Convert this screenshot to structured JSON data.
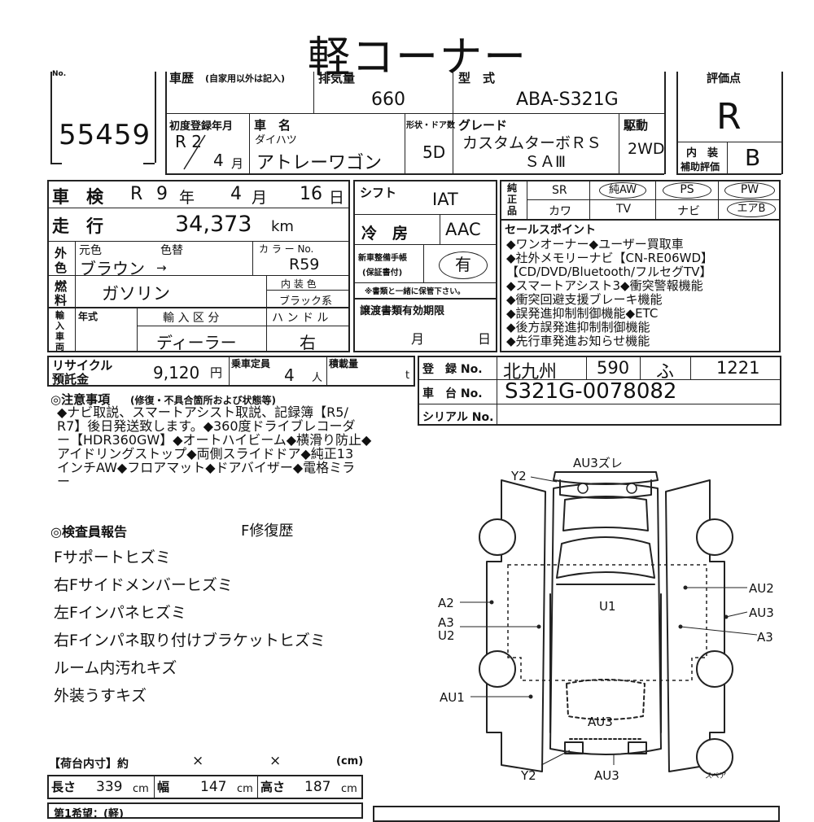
{
  "title": "軽コーナー",
  "header": {
    "no_label": "No.",
    "lot_no": "55459",
    "history_label": "車歴",
    "history_note": "(自家用以外は記入)",
    "displacement_label": "排気量",
    "displacement": "660",
    "model_label": "型　式",
    "model": "ABA-S321G",
    "score_label": "評価点",
    "score": "R",
    "first_reg_label": "初度登録年月",
    "first_reg_year": "R 2",
    "first_reg_month": "4",
    "month_unit": "月",
    "car_name_label": "車　名",
    "maker": "ダイハツ",
    "car_name": "アトレーワゴン",
    "doors_label": "形状・ドア数",
    "doors": "5D",
    "grade_label": "グレード",
    "grade_line1": "カスタムターボＲＳ",
    "grade_line2": "ＳＡⅢ",
    "drive_label": "駆動",
    "drive": "2WD",
    "interior_label_1": "内　装",
    "interior_label_2": "補助評価",
    "interior_score": "B"
  },
  "inspection": {
    "label": "車　検",
    "era": "R",
    "year": "9",
    "year_unit": "年",
    "month": "4",
    "month_unit": "月",
    "day": "16",
    "day_unit": "日"
  },
  "mileage": {
    "label": "走　行",
    "value": "34,373",
    "unit": "km"
  },
  "exterior_color": {
    "label_1": "外",
    "label_2": "色",
    "original_label": "元色",
    "changed_label": "色替",
    "value": "ブラウン",
    "arrow": "→",
    "color_no_label": "カ ラ ー No.",
    "color_no": "R59"
  },
  "fuel": {
    "label_1": "燃",
    "label_2": "料",
    "value": "ガソリン",
    "interior_color_label": "内 装 色",
    "interior_color": "ブラック系"
  },
  "import": {
    "label_1": "輸",
    "label_2": "入",
    "label_3": "車",
    "label_4": "両",
    "year_label": "年式",
    "category_label": "輸 入 区 分",
    "category": "ディーラー",
    "handle_label": "ハ ン ド ル",
    "handle": "右"
  },
  "shift": {
    "label": "シフト",
    "value": "IAT"
  },
  "aircon": {
    "label": "冷　房",
    "value": "AAC"
  },
  "manual": {
    "label_1": "新車整備手帳",
    "label_2": "(保証書付)",
    "value": "有",
    "note": "※書類と一緒に保管下さい。"
  },
  "equipment": {
    "label_1": "純",
    "label_2": "正",
    "label_3": "品",
    "row1": [
      "SR",
      "純AW",
      "PS",
      "PW"
    ],
    "row2": [
      "カワ",
      "TV",
      "ナビ",
      "エアB"
    ]
  },
  "sales_points": {
    "label": "セールスポイント",
    "lines": [
      "◆ワンオーナー◆ユーザー買取車",
      "◆社外メモリーナビ【CN-RE06WD】",
      "【CD/DVD/Bluetooth/フルセグTV】",
      "◆スマートアシスト3◆衝突警報機能",
      "◆衝突回避支援ブレーキ機能",
      "◆誤発進抑制制御機能◆ETC",
      "◆後方誤発進抑制制御機能",
      "◆先行車発進お知らせ機能"
    ]
  },
  "transfer": {
    "label": "譲渡書類有効期限",
    "month_unit": "月",
    "day_unit": "日"
  },
  "recycle": {
    "label_1": "リサイクル",
    "label_2": "預託金",
    "value": "9,120",
    "unit": "円",
    "capacity_label": "乗車定員",
    "capacity": "4",
    "capacity_unit": "人",
    "load_label": "積載量",
    "load_unit": "t"
  },
  "registration": {
    "plate_label": "登　録 No.",
    "plate_region": "北九州",
    "plate_class": "590",
    "plate_kana": "ふ",
    "plate_number": "1221",
    "chassis_label": "車　台 No.",
    "chassis": "S321G-0078082",
    "serial_label": "シリアル No."
  },
  "notes": {
    "label": "◎注意事項",
    "label_sub": "(修復・不具合箇所および状態等)",
    "lines": [
      "◆ナビ取説、スマートアシスト取説、記録簿【R5/",
      "R7】後日発送致します。◆360度ドライブレコーダ",
      "ー【HDR360GW】◆オートハイビーム◆横滑り防止◆",
      "アイドリングストップ◆両側スライドドア◆純正13",
      "インチAW◆フロアマット◆ドアバイザー◆電格ミラ",
      "ー"
    ]
  },
  "inspector": {
    "label": "◎検査員報告",
    "repair_history": "F修復歴",
    "items": [
      "Fサポートヒズミ",
      "右Fサイドメンバーヒズミ",
      "左Fインパネヒズミ",
      "右Fインパネ取り付けブラケットヒズミ",
      "ルーム内汚れキズ",
      "外装うすキズ"
    ]
  },
  "cargo": {
    "label": "【荷台内寸】約",
    "times_1": "×",
    "times_2": "×",
    "unit_label": "(cm)",
    "length_label": "長さ",
    "length": "339",
    "width_label": "幅",
    "width": "147",
    "height_label": "高さ",
    "height": "187",
    "unit": "cm",
    "bottom_partial": "第1希望：(軽)"
  },
  "diagram": {
    "labels": {
      "top_center": "AU3ズレ",
      "top_left": "Y2",
      "right_1": "AU2",
      "right_2": "AU3",
      "right_3": "A3",
      "left_1": "A2",
      "left_2": "A3",
      "left_3": "U2",
      "center": "U1",
      "bottom_left": "AU1",
      "bottom_center": "AU3",
      "bottom_y2": "Y2",
      "bottom_au3": "AU3",
      "spare": "スペア"
    }
  }
}
